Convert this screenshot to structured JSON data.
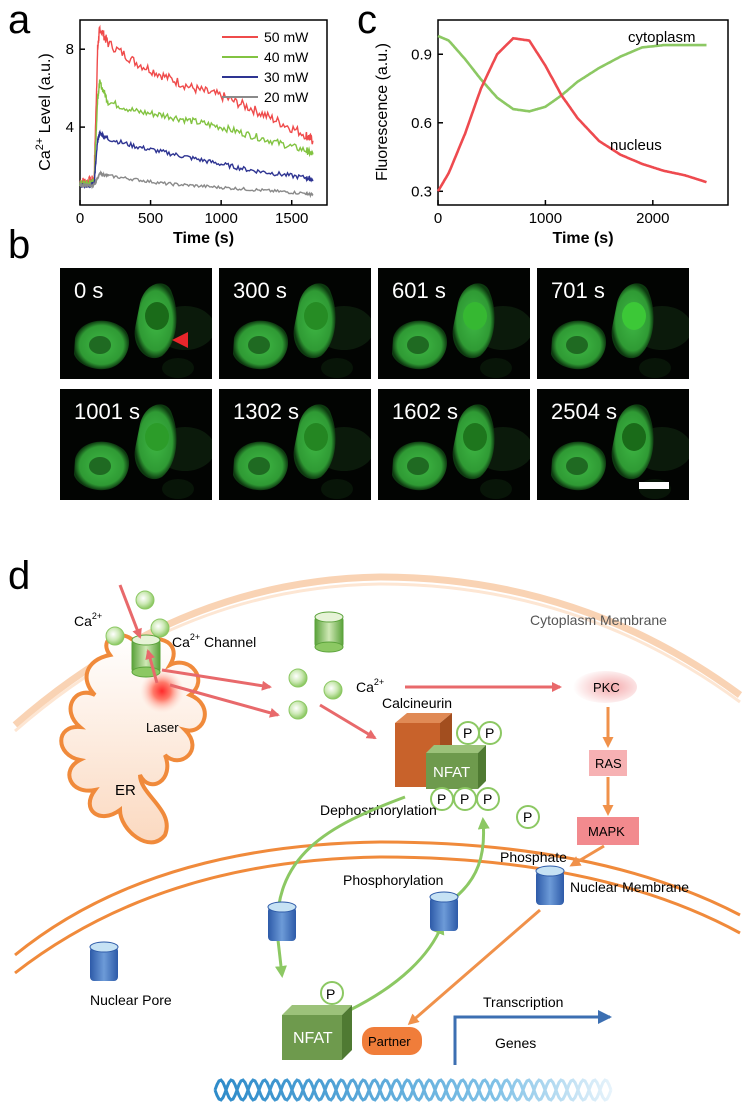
{
  "panels": {
    "a": "a",
    "b": "b",
    "c": "c",
    "d": "d"
  },
  "chart_data": [
    {
      "panel": "a",
      "type": "line",
      "xlabel": "Time (s)",
      "ylabel": "Ca2+ Level (a.u.)",
      "ylabel_parts": {
        "pre": "Ca",
        "sup": "2+",
        "post": " Level (a.u.)"
      },
      "xlim": [
        0,
        1750
      ],
      "ylim": [
        0,
        9.5
      ],
      "xticks": [
        0,
        500,
        1000,
        1500
      ],
      "yticks": [
        4,
        8
      ],
      "legend_position": "top-right",
      "series": [
        {
          "name": "50 mW",
          "color": "#ef4b4b",
          "noise": 0.25,
          "x": [
            0,
            60,
            100,
            125,
            140,
            200,
            400,
            600,
            800,
            1000,
            1200,
            1400,
            1600,
            1650
          ],
          "y": [
            1.2,
            1.2,
            1.3,
            8.0,
            9.1,
            8.3,
            7.3,
            6.6,
            6.0,
            5.6,
            5.0,
            4.3,
            3.6,
            3.3
          ]
        },
        {
          "name": "40 mW",
          "color": "#82c341",
          "noise": 0.18,
          "x": [
            0,
            60,
            100,
            125,
            140,
            200,
            400,
            600,
            800,
            1000,
            1200,
            1400,
            1600,
            1650
          ],
          "y": [
            1.1,
            1.1,
            1.2,
            5.5,
            6.3,
            5.3,
            4.8,
            4.6,
            4.3,
            4.0,
            3.6,
            3.2,
            2.8,
            2.6
          ]
        },
        {
          "name": "30 mW",
          "color": "#2e3492",
          "noise": 0.12,
          "x": [
            0,
            60,
            100,
            125,
            140,
            200,
            400,
            600,
            800,
            1000,
            1200,
            1400,
            1600,
            1650
          ],
          "y": [
            1.0,
            1.0,
            1.1,
            3.3,
            3.7,
            3.4,
            3.0,
            2.7,
            2.4,
            2.1,
            1.8,
            1.6,
            1.4,
            1.3
          ]
        },
        {
          "name": "20 mW",
          "color": "#8a8a8a",
          "noise": 0.08,
          "x": [
            0,
            60,
            100,
            125,
            140,
            200,
            400,
            600,
            800,
            1000,
            1200,
            1400,
            1600,
            1650
          ],
          "y": [
            1.0,
            1.0,
            1.0,
            1.4,
            1.6,
            1.5,
            1.3,
            1.1,
            1.0,
            0.9,
            0.8,
            0.7,
            0.6,
            0.5
          ]
        }
      ]
    },
    {
      "panel": "c",
      "type": "line",
      "xlabel": "Time (s)",
      "ylabel": "Fluorescence (a.u.)",
      "xlim": [
        0,
        2700
      ],
      "ylim": [
        0.24,
        1.05
      ],
      "xticks": [
        0,
        1000,
        2000
      ],
      "yticks": [
        0.3,
        0.6,
        0.9
      ],
      "legend_position": "inline-labels",
      "series": [
        {
          "name": "cytoplasm",
          "color": "#8cc863",
          "x": [
            0,
            100,
            250,
            400,
            550,
            700,
            850,
            1000,
            1150,
            1300,
            1500,
            1700,
            1900,
            2100,
            2300,
            2500
          ],
          "y": [
            0.98,
            0.96,
            0.88,
            0.79,
            0.71,
            0.66,
            0.65,
            0.67,
            0.72,
            0.78,
            0.84,
            0.89,
            0.93,
            0.94,
            0.94,
            0.94
          ]
        },
        {
          "name": "nucleus",
          "color": "#ee4a4f",
          "x": [
            0,
            100,
            250,
            400,
            550,
            700,
            850,
            1000,
            1150,
            1300,
            1500,
            1700,
            1900,
            2100,
            2300,
            2500
          ],
          "y": [
            0.3,
            0.38,
            0.55,
            0.75,
            0.9,
            0.97,
            0.96,
            0.85,
            0.72,
            0.62,
            0.52,
            0.46,
            0.42,
            0.39,
            0.37,
            0.34
          ]
        }
      ]
    }
  ],
  "micrographs": {
    "frames": [
      {
        "time": "0 s",
        "nucleus_brightness": 0.15
      },
      {
        "time": "300 s",
        "nucleus_brightness": 0.45
      },
      {
        "time": "601 s",
        "nucleus_brightness": 0.85
      },
      {
        "time": "701 s",
        "nucleus_brightness": 1.0
      },
      {
        "time": "1001 s",
        "nucleus_brightness": 0.6
      },
      {
        "time": "1302 s",
        "nucleus_brightness": 0.4
      },
      {
        "time": "1602 s",
        "nucleus_brightness": 0.25
      },
      {
        "time": "2504 s",
        "nucleus_brightness": 0.15
      }
    ],
    "marker_color": "#e8262b",
    "cell_color": "#2f9a34"
  },
  "diagram": {
    "ca_ext": "Ca",
    "ca_sup": "2+",
    "channel_ca": "Ca",
    "channel_sup": "2+",
    "channel_word": " Channel",
    "cytoplasm_membrane": "Cytoplasm Membrane",
    "ca_int": "Ca",
    "ca_int_sup": "2+",
    "pkc": "PKC",
    "calcineurin": "Calcineurin",
    "nfat": "NFAT",
    "p": "P",
    "laser": "Laser",
    "er": "ER",
    "dephosphorylation": "Dephosphorylation",
    "phosphate": "Phosphate",
    "phosphorylation": "Phosphorylation",
    "ras": "RAS",
    "mapk": "MAPK",
    "nuclear_membrane": "Nuclear Membrane",
    "nuclear_pore": "Nuclear Pore",
    "transcription": "Transcription",
    "genes": "Genes",
    "partner": "Partner",
    "colors": {
      "arrow_red": "#e8696b",
      "arrow_green": "#8cc863",
      "arrow_orange": "#f0914a",
      "membrane": "#f5c39c",
      "er": "#f08a3b",
      "nfat": "#6e9a4d",
      "calcineurin": "#c8622b",
      "kinase_box": "#f28a8e",
      "partner": "#f07d3a",
      "transcription_arrow": "#3c6fb2",
      "dna": "#4fa5d8"
    }
  }
}
